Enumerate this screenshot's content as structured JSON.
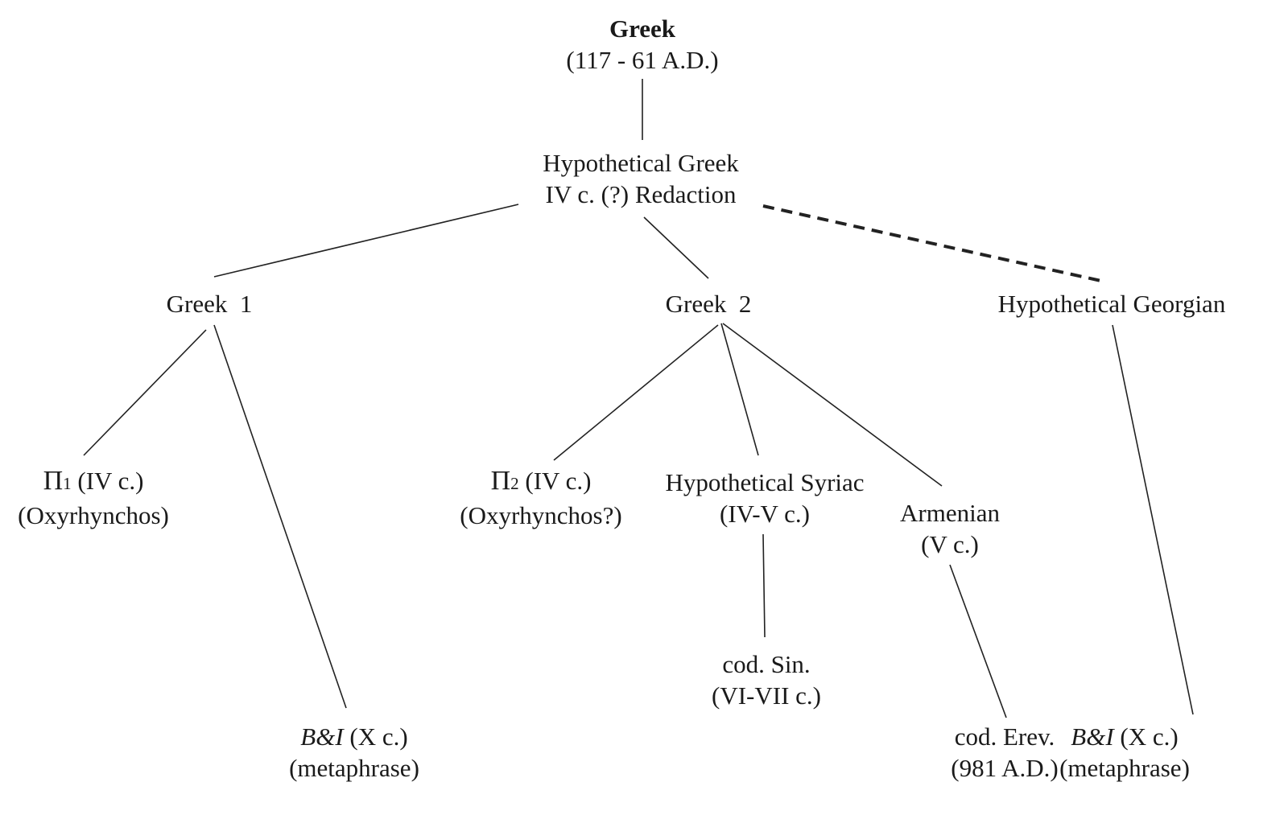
{
  "nodes": {
    "root": {
      "line1": "Greek",
      "line2": "(117 - 61 A.D.)"
    },
    "redaction": {
      "line1": "Hypothetical Greek",
      "line2": "IV c. (?) Redaction"
    },
    "greek1": {
      "line1": "Greek  1"
    },
    "greek2": {
      "line1": "Greek  2"
    },
    "hyp_georgian": {
      "line1": "Hypothetical Georgian"
    },
    "pi1": {
      "symbol": "Π",
      "sub": "1",
      "rest": " (IV c.)",
      "line2": "(Oxyrhynchos)"
    },
    "bi_left": {
      "italic": "B&I",
      "rest": " (X c.)",
      "line2": "(metaphrase)"
    },
    "pi2": {
      "symbol": "Π",
      "sub": "2",
      "rest": " (IV c.)",
      "line2": "(Oxyrhynchos?)"
    },
    "hyp_syriac": {
      "line1": "Hypothetical Syriac",
      "line2": "(IV-V c.)"
    },
    "cod_sin": {
      "line1": "cod. Sin.",
      "line2": "(VI-VII c.)"
    },
    "armenian": {
      "line1": "Armenian",
      "line2": "(V c.)"
    },
    "cod_erev": {
      "line1": "cod. Erev.",
      "line2": "(981 A.D.)"
    },
    "bi_right": {
      "italic": "B&I",
      "rest": " (X c.)",
      "line2": "(metaphrase)"
    }
  }
}
